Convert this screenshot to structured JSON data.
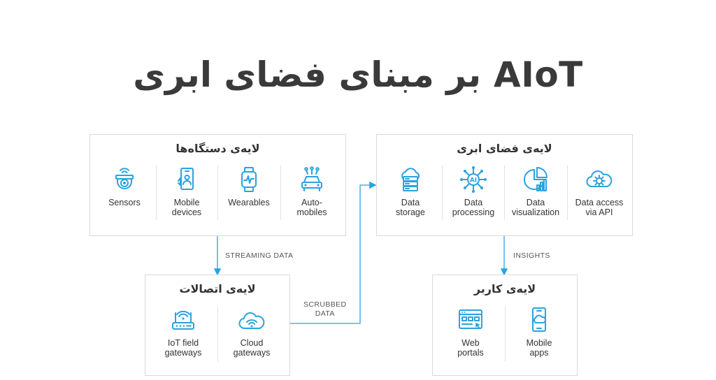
{
  "title": "AIoT بر مبنای فضای ابری",
  "colors": {
    "accent": "#29a3e0",
    "box_border": "#d9d9d9",
    "text": "#333333"
  },
  "device_layer": {
    "title": "لایه‌ی دستگاه‌ها",
    "items": [
      {
        "icon": "security-camera-icon",
        "label": "Sensors"
      },
      {
        "icon": "smartphone-icon",
        "label": "Mobile\ndevices"
      },
      {
        "icon": "smartwatch-icon",
        "label": "Wearables"
      },
      {
        "icon": "car-icon",
        "label": "Auto-\nmobiles"
      }
    ]
  },
  "connectivity_layer": {
    "title": "لایه‌ی اتصالات",
    "items": [
      {
        "icon": "router-icon",
        "label": "IoT field\ngateways"
      },
      {
        "icon": "cloud-wifi-icon",
        "label": "Cloud\ngateways"
      }
    ]
  },
  "cloud_layer": {
    "title": "لایه‌ی فضای ابری",
    "items": [
      {
        "icon": "cloud-server-icon",
        "label": "Data\nstorage"
      },
      {
        "icon": "ai-chip-icon",
        "label": "Data\nprocessing"
      },
      {
        "icon": "pie-chart-icon",
        "label": "Data\nvisualization"
      },
      {
        "icon": "cloud-gear-icon",
        "label": "Data access\nvia API"
      }
    ]
  },
  "user_layer": {
    "title": "لایه‌ی کاربر",
    "items": [
      {
        "icon": "web-portal-icon",
        "label": "Web\nportals"
      },
      {
        "icon": "mobile-app-icon",
        "label": "Mobile\napps"
      }
    ]
  },
  "flows": {
    "streaming": "STREAMING DATA",
    "scrubbed": "SCRUBBED\nDATA",
    "insights": "INSIGHTS"
  }
}
